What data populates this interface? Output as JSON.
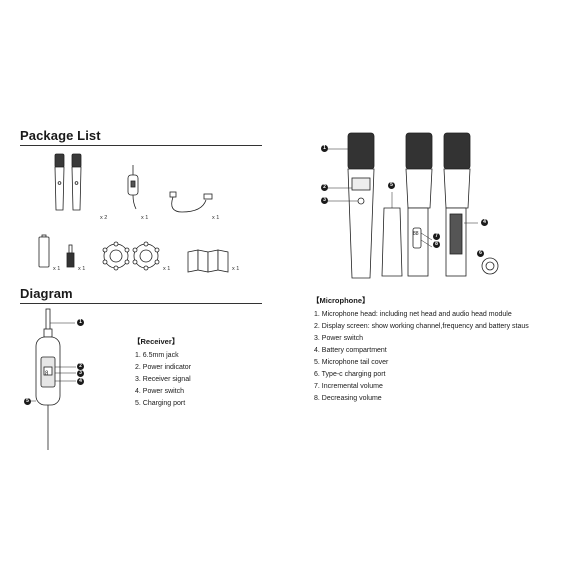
{
  "package_list": {
    "title": "Package List",
    "items": [
      {
        "name": "handheld-microphones",
        "count": "x 2"
      },
      {
        "name": "receiver",
        "count": "x 1"
      },
      {
        "name": "charging-cable",
        "count": "x 1"
      },
      {
        "name": "battery",
        "count": "x 1"
      },
      {
        "name": "adapter",
        "count": "x 1"
      },
      {
        "name": "anti-roll-rings",
        "count": "x 1"
      },
      {
        "name": "manual",
        "count": "x 1"
      }
    ]
  },
  "diagram": {
    "title": "Diagram",
    "receiver": {
      "heading": "【Receiver】",
      "items": [
        "1. 6.5mm jack",
        "2. Power indicator",
        "3. Receiver signal",
        "4. Power switch",
        "5. Charging port"
      ],
      "callouts": [
        "1",
        "2",
        "3",
        "4",
        "5"
      ]
    }
  },
  "microphone": {
    "heading": "【Microphone】",
    "items": [
      "1. Microphone head: including net head and audio head module",
      "2. Display screen: show working channel,frequency and battery staus",
      "3. Power switch",
      "4. Battery compartment",
      "5. Microphone tail cover",
      "6. Type-c charging port",
      "7. Incremental volume",
      "8. Decreasing volume"
    ],
    "callouts": [
      "1",
      "2",
      "3",
      "4",
      "5",
      "6",
      "7",
      "8"
    ],
    "display_text": "88"
  }
}
